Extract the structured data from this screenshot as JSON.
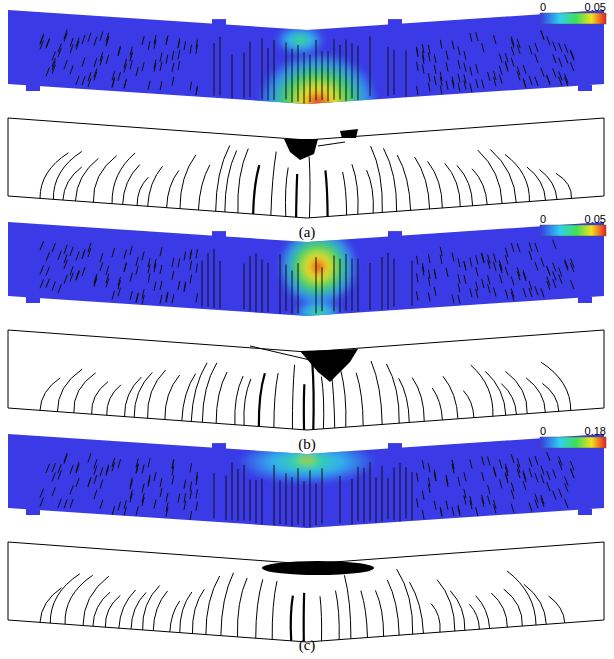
{
  "diagram": {
    "labels": [
      "0",
      "0.05",
      "(a)",
      "0",
      "0.05",
      "(b)",
      "0",
      "0.18",
      "(c)"
    ]
  }
}
